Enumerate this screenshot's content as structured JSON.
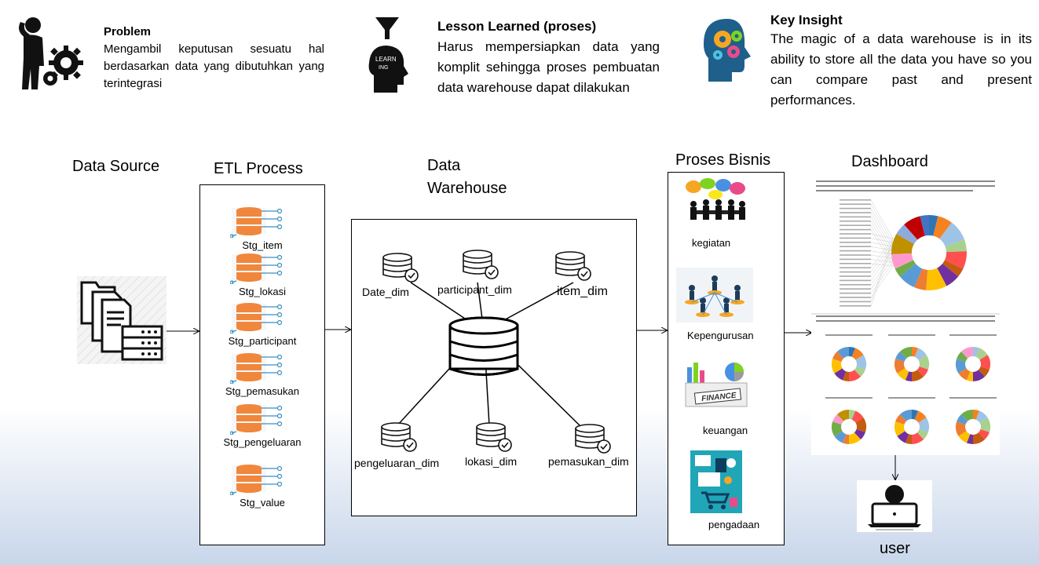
{
  "header": {
    "problem": {
      "title": "Problem",
      "text": "Mengambil keputusan sesuatu hal berdasarkan data yang dibutuhkan yang terintegrasi"
    },
    "lesson": {
      "title": "Lesson Learned (proses)",
      "text": "Harus mempersiapkan data yang komplit sehingga proses pembuatan data warehouse dapat dilakukan"
    },
    "insight": {
      "title": "Key Insight",
      "text": "The magic of a data warehouse is in its ability to store all the  data you have so you can compare past and present performances."
    }
  },
  "sections": {
    "data_source": "Data Source",
    "etl": "ETL Process",
    "dw_line1": "Data",
    "dw_line2": "Warehouse",
    "proses_bisnis": "Proses Bisnis",
    "dashboard": "Dashboard",
    "user": "user"
  },
  "etl_items": [
    "Stg_item",
    "Stg_lokasi",
    "Stg_participant",
    "Stg_pemasukan",
    "Stg_pengeluaran",
    "Stg_value"
  ],
  "dims": {
    "date": "Date_dim",
    "participant": "participant_dim",
    "item": "item_dim",
    "pengeluaran": "pengeluaran_dim",
    "lokasi": "lokasi_dim",
    "pemasukan": "pemasukan_dim"
  },
  "business": {
    "kegiatan": "kegiatan",
    "kepengurusan": "Kepengurusan",
    "keuangan": "keuangan",
    "finance_sign": "FINANCE",
    "pengadaan": "pengadaan"
  },
  "colors": {
    "etl_orange": "#f0873c",
    "etl_blue": "#3a8fc2",
    "bg_blue": "#c8d6ea",
    "insight_blue": "#1f6aa8"
  }
}
